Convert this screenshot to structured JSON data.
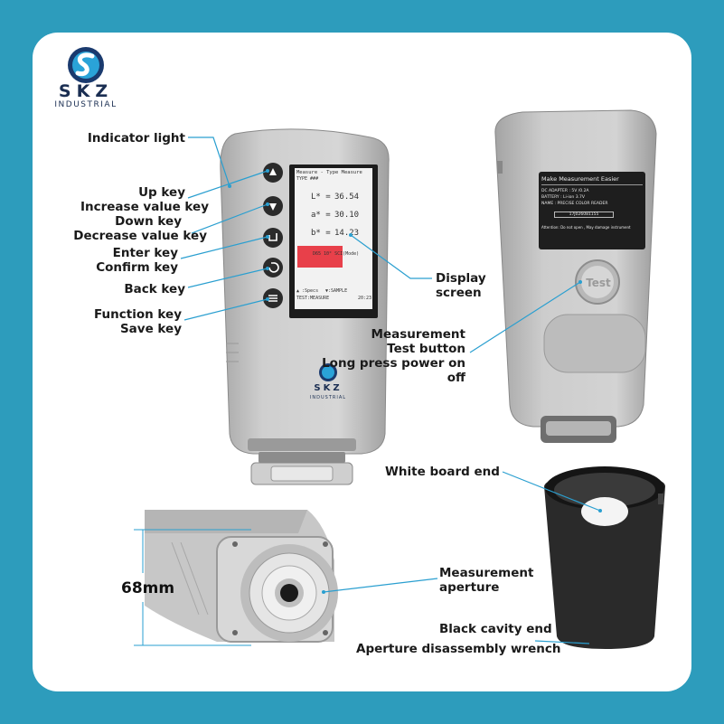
{
  "brand": {
    "name": "SKZ",
    "sub": "INDUSTRIAL"
  },
  "colors": {
    "background": "#2d9cbc",
    "card": "#ffffff",
    "leader": "#2a9fd0",
    "device": "#c9c9c9",
    "display_red": "#e8404a"
  },
  "labels": {
    "indicator": "Indicator light",
    "up": "Up key",
    "increase": "Increase value key",
    "down": "Down key",
    "decrease": "Decrease value key",
    "enter": "Enter key",
    "confirm": "Confirm key",
    "back": "Back key",
    "function": "Function key",
    "save": "Save key",
    "display_1": "Display",
    "display_2": "screen",
    "measure_1": "Measurement",
    "measure_2": "Test button",
    "measure_3": "Long press power on",
    "measure_4": "off",
    "white_board": "White board end",
    "aperture_1": "Measurement",
    "aperture_2": "aperture",
    "black_cavity": "Black cavity end",
    "wrench": "Aperture disassembly wrench",
    "dimension": "68mm"
  },
  "device_screen": {
    "header": "Measure - Type Measure",
    "sub": "TYPE ###",
    "l_label": "L* =",
    "l_value": "36.54",
    "a_label": "a* =",
    "a_value": "30.10",
    "b_label": "b* =",
    "b_value": "14.23",
    "mode": "D65 10° SCI(Mode)",
    "footer_left": "▲ :Specs",
    "footer_mid": "▼:SAMPLE",
    "footer_left2": "TEST:MEASURE",
    "footer_time": "20:23"
  },
  "test_button": "Test",
  "back_label": {
    "title": "Make Measurement Easier",
    "line1": "DC ADAPTER : 5V /0.2A",
    "line2": "BATTERY : Li-ion 3.7V",
    "line3": "NAME : PRECISE COLOR READER",
    "serial": "17J026081155",
    "warning": "Attention: Do not open , May damage instrument"
  }
}
